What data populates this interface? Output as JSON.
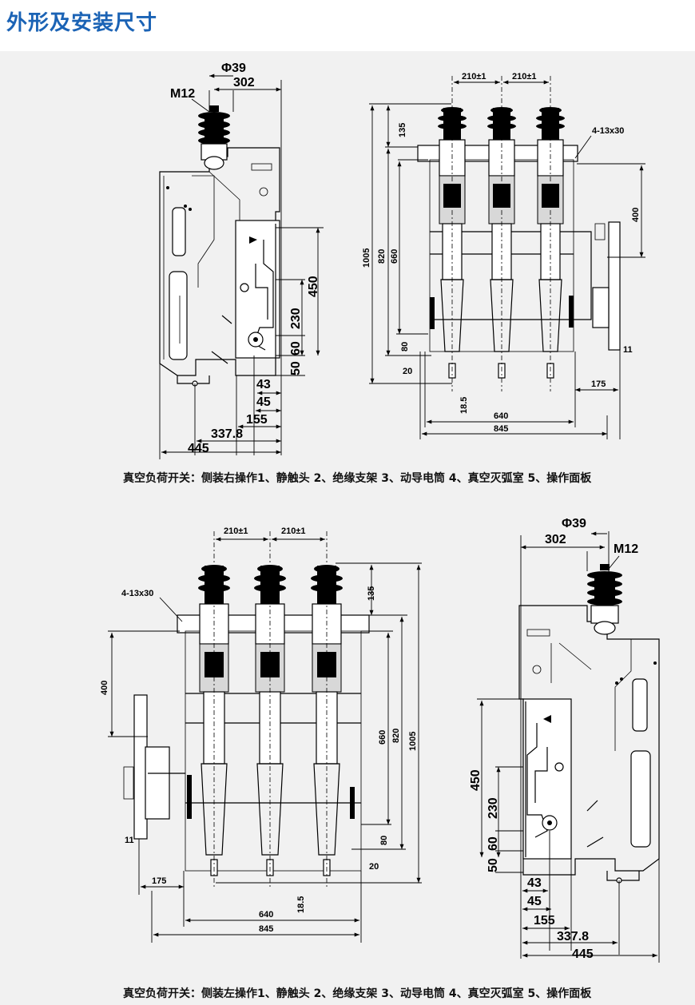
{
  "title": "外形及安装尺寸",
  "captions": {
    "right_mount": "真空负荷开关：侧装右操作1、静触头 2、绝缘支架  3、动导电筒 4、真空灭弧室 5、操作面板",
    "left_mount": "真空负荷开关：侧装左操作1、静触头 2、绝缘支架  3、动导电筒 4、真空灭弧室 5、操作面板"
  },
  "side_view": {
    "phi": "Φ39",
    "thread": "M12",
    "d302": "302",
    "d450": "450",
    "d230": "230",
    "d60": "60",
    "d50": "50",
    "d43": "43",
    "d45": "45",
    "d155": "155",
    "d337": "337.8",
    "d445": "445"
  },
  "front_view": {
    "pitch1": "210±1",
    "pitch2": "210±1",
    "holes": "4-13x30",
    "d135": "135",
    "d1005": "1005",
    "d820": "820",
    "d660": "660",
    "d400": "400",
    "d80": "80",
    "d20": "20",
    "d11": "11",
    "d175": "175",
    "d18_5": "18.5",
    "d640": "640",
    "d845": "845"
  }
}
